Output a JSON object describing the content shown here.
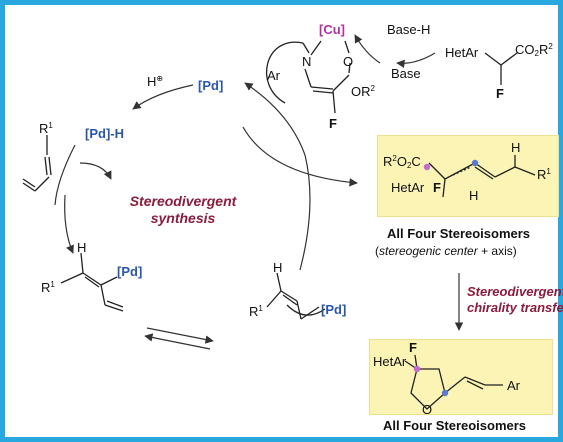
{
  "cu": {
    "metal": "[Cu]",
    "n": "N",
    "o_top": "O",
    "ar": "Ar",
    "or_label": "OR",
    "r2_sup": "2",
    "f": "F"
  },
  "base": {
    "base_h": "Base-H",
    "base": "Base"
  },
  "substrate": {
    "hetar": "HetAr",
    "co2": "CO",
    "co2_sub": "2",
    "r": "R",
    "r_sup": "2",
    "f": "F"
  },
  "cycle": {
    "h_plus": "H",
    "h_plus_sup": "⊕",
    "pd_top": "[Pd]",
    "pd_h": "[Pd]-H",
    "r1": "R",
    "r1_sup": "1",
    "center_line1": "Stereodivergent",
    "center_line2": "synthesis",
    "diene_h": "H",
    "diene_r": "R",
    "diene_r_sup": "1",
    "diene_pd": "[Pd]",
    "allyl_h": "H",
    "allyl_r": "R",
    "allyl_r_sup": "1",
    "allyl_pd": "[Pd]"
  },
  "product1": {
    "r2o2c": "R",
    "r2o2c_sup": "2",
    "o2c": "O",
    "o2c_sub": "2",
    "c": "C",
    "hetar": "HetAr",
    "f": "F",
    "h_top": "H",
    "h_bottom": "H",
    "r1": "R",
    "r1_sup": "1",
    "title": "All Four Stereoisomers",
    "subtitle_italic": "stereogenic center",
    "subtitle_plain": " + axis"
  },
  "transfer": {
    "line1": "Stereodivergent",
    "line2": "chirality transfer"
  },
  "product2": {
    "f": "F",
    "hetar": "HetAr",
    "o": "O",
    "ar": "Ar",
    "title": "All Four Stereoisomers"
  },
  "colors": {
    "border": "#29a8e0",
    "pd": "#2a56a6",
    "cu": "#b62fa0",
    "maroon": "#8a1c3c",
    "box": "#fbf4b5"
  }
}
